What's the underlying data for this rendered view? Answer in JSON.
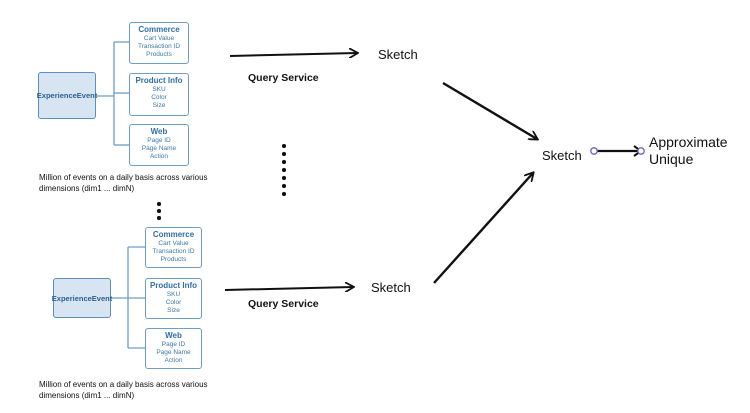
{
  "groups": [
    {
      "root": "ExperienceEvent",
      "categories": [
        {
          "title": "Commerce",
          "fields": [
            "Cart Value",
            "Transaction ID",
            "Products"
          ]
        },
        {
          "title": "Product Info",
          "fields": [
            "SKU",
            "Color",
            "Size"
          ]
        },
        {
          "title": "Web",
          "fields": [
            "Page ID",
            "Page Name",
            "Action"
          ]
        }
      ],
      "caption": "Million of events on a daily basis across various dimensions (dim1 ... dimN)",
      "service": "Query Service",
      "sketch": "Sketch"
    },
    {
      "root": "ExperienceEvent",
      "categories": [
        {
          "title": "Commerce",
          "fields": [
            "Cart Value",
            "Transaction ID",
            "Products"
          ]
        },
        {
          "title": "Product Info",
          "fields": [
            "SKU",
            "Color",
            "Size"
          ]
        },
        {
          "title": "Web",
          "fields": [
            "Page ID",
            "Page Name",
            "Action"
          ]
        }
      ],
      "caption": "Million of events on a daily basis across various dimensions (dim1 ... dimN)",
      "service": "Query Service",
      "sketch": "Sketch"
    }
  ],
  "merge": {
    "sketch": "Sketch",
    "result_line1": "Approximate",
    "result_line2": "Unique"
  },
  "colors": {
    "box_border": "#6d9ec7",
    "root_fill": "#d7e5f2",
    "text_blue": "#2f6fa6",
    "arrow": "#111111",
    "connector_node": "#6b62c9"
  }
}
